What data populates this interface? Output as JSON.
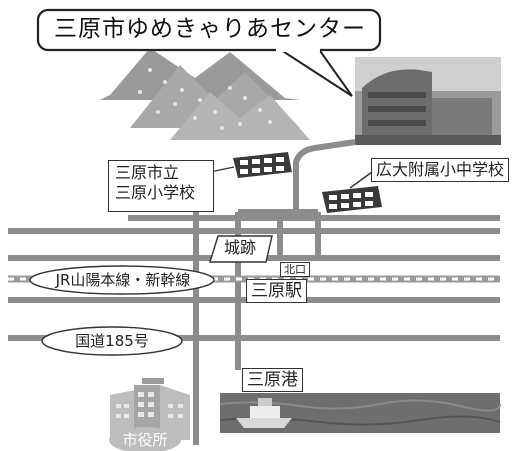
{
  "title_callout": "三原市ゆめきゃりあセンター",
  "labels": {
    "mihara_elementary": [
      "三原市立",
      "三原小学校"
    ],
    "hirodai_school": "広大附属小中学校",
    "castle_ruins": "城跡",
    "north_exit": "北口",
    "mihara_station": "三原駅",
    "jr_line": "JR山陽本線・新幹線",
    "route_185": "国道185号",
    "mihara_port": "三原港",
    "city_hall": "市役所"
  },
  "colors": {
    "road": "#8c8c8c",
    "rail_dash": "#9a9a9a",
    "mountain_dark": "#8f8f8f",
    "mountain_light": "#bdbdbd",
    "sea": "#6e6e6e",
    "building": "#3a3a3a"
  },
  "icons": [
    "mountain-icon",
    "center-building-photo",
    "school-building-icon",
    "city-hall-building-icon",
    "ship-icon"
  ]
}
